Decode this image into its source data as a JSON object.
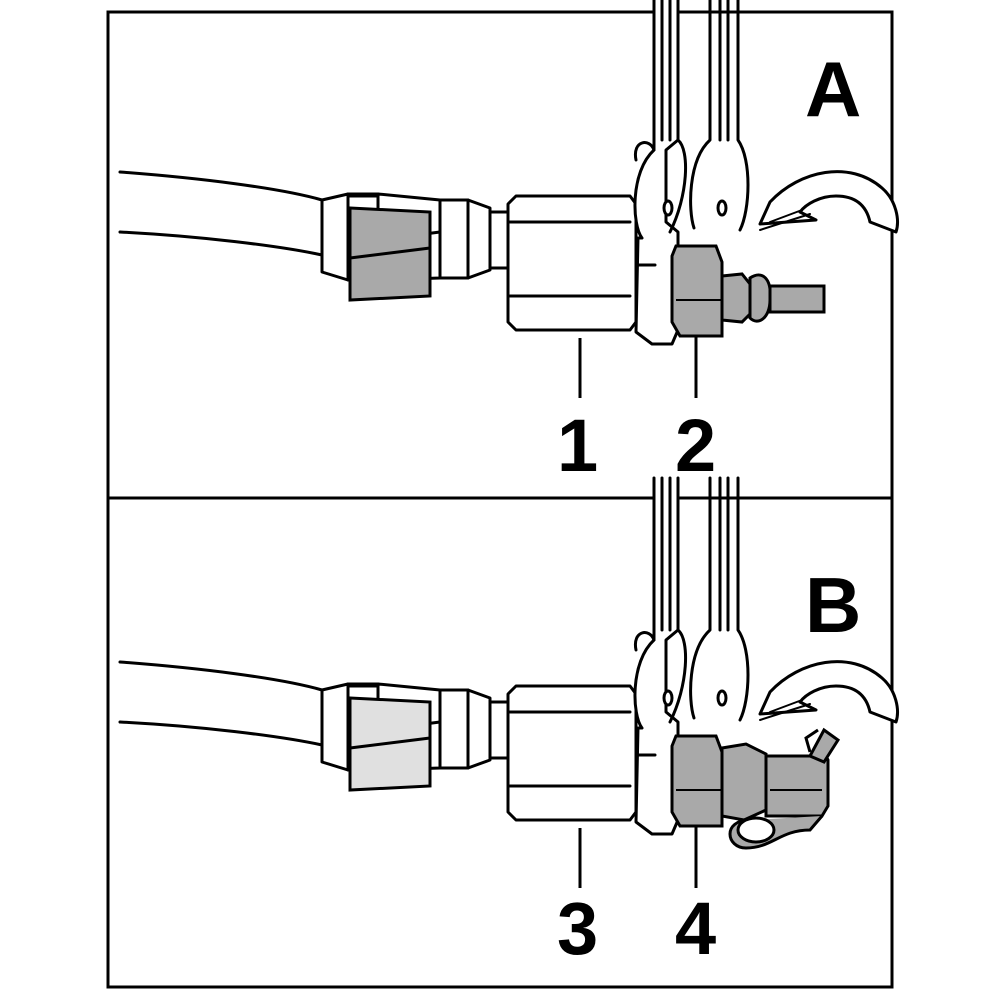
{
  "panels": [
    {
      "letter": "A",
      "callouts": [
        "1",
        "2"
      ],
      "fitting_colors": {
        "hex_band": "#a9a9a9",
        "nut_ring": "#a9a9a9"
      }
    },
    {
      "letter": "B",
      "callouts": [
        "3",
        "4"
      ],
      "fitting_colors": {
        "hex_band": "#e0e0e0",
        "nut_ring": "#a9a9a9"
      }
    }
  ],
  "colors": {
    "line": "#000000",
    "background": "#ffffff",
    "gray_dark": "#a9a9a9",
    "gray_light": "#e0e0e0"
  },
  "icons": [
    "rotate-counterclockwise-arrow-icon",
    "open-end-wrench-icon",
    "hose-fitting-icon",
    "cap-icon"
  ]
}
